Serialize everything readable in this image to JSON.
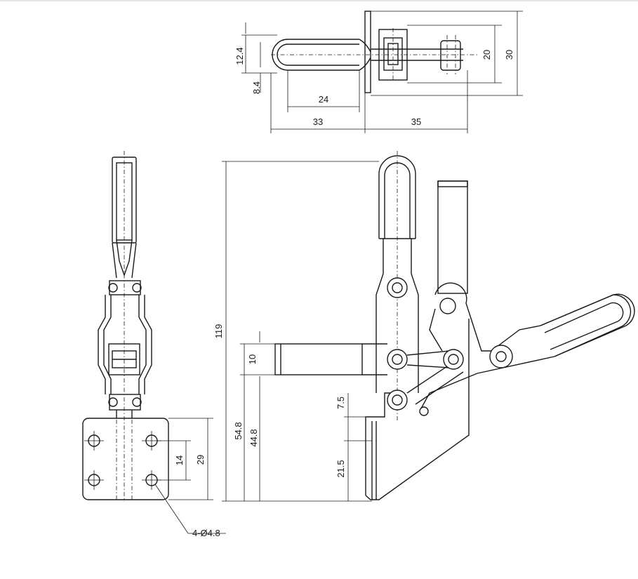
{
  "dimensions": {
    "top_view": {
      "d1": "12.4",
      "d2": "8.4",
      "d3": "24",
      "d4": "33",
      "d5": "35",
      "d6": "20",
      "d7": "30"
    },
    "front_view": {
      "d1": "119",
      "d2": "10",
      "d3": "54.8",
      "d4": "44.8",
      "d5": "7.5",
      "d6": "21.5"
    },
    "side_view": {
      "d1": "14",
      "d2": "29",
      "hole_callout": "4-Ø4.8"
    }
  }
}
